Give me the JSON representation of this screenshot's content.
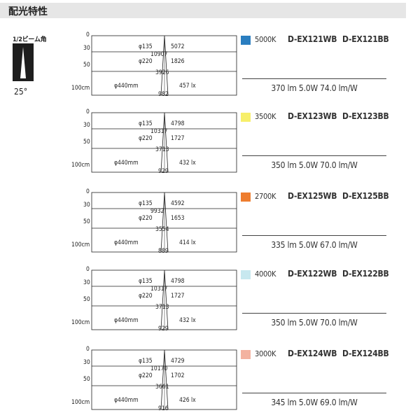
{
  "header": {
    "title": "配光特性"
  },
  "beam": {
    "label": "1/2ビーム角",
    "angle": "25°"
  },
  "distances": {
    "d0": "0",
    "d30": "30",
    "d50": "50",
    "d100": "100cm"
  },
  "panels": [
    {
      "swatch_color": "#2a7ec0",
      "color_temp": "5000K",
      "model_wb": "D-EX121WB",
      "model_bb": "D-EX121BB",
      "spec": "370 lm  5.0W  74.0 lm/W",
      "dia_30": "φ135",
      "lux_30": "5072",
      "center_30_50": "10907",
      "dia_50": "φ220",
      "lux_50": "1826",
      "center_50_100": "3926",
      "dia_100": "φ440mm",
      "lux_100": "457 lx",
      "center_100": "982"
    },
    {
      "swatch_color": "#f7ef6a",
      "color_temp": "3500K",
      "model_wb": "D-EX123WB",
      "model_bb": "D-EX123BB",
      "spec": "350 lm  5.0W  70.0 lm/W",
      "dia_30": "φ135",
      "lux_30": "4798",
      "center_30_50": "10317",
      "dia_50": "φ220",
      "lux_50": "1727",
      "center_50_100": "3713",
      "dia_100": "φ440mm",
      "lux_100": "432 lx",
      "center_100": "929"
    },
    {
      "swatch_color": "#ee7d2f",
      "color_temp": "2700K",
      "model_wb": "D-EX125WB",
      "model_bb": "D-EX125BB",
      "spec": "335 lm  5.0W  67.0 lm/W",
      "dia_30": "φ135",
      "lux_30": "4592",
      "center_30_50": "9932",
      "dia_50": "φ220",
      "lux_50": "1653",
      "center_50_100": "3554",
      "dia_100": "φ440mm",
      "lux_100": "414 lx",
      "center_100": "889"
    },
    {
      "swatch_color": "#c7e8ef",
      "color_temp": "4000K",
      "model_wb": "D-EX122WB",
      "model_bb": "D-EX122BB",
      "spec": "350 lm  5.0W  70.0 lm/W",
      "dia_30": "φ135",
      "lux_30": "4798",
      "center_30_50": "10317",
      "dia_50": "φ220",
      "lux_50": "1727",
      "center_50_100": "3713",
      "dia_100": "φ440mm",
      "lux_100": "432 lx",
      "center_100": "929"
    },
    {
      "swatch_color": "#f3b2a0",
      "color_temp": "3000K",
      "model_wb": "D-EX124WB",
      "model_bb": "D-EX124BB",
      "spec": "345 lm  5.0W  69.0 lm/W",
      "dia_30": "φ135",
      "lux_30": "4729",
      "center_30_50": "10170",
      "dia_50": "φ220",
      "lux_50": "1702",
      "center_50_100": "3661",
      "dia_100": "φ440mm",
      "lux_100": "426 lx",
      "center_100": "916"
    }
  ]
}
